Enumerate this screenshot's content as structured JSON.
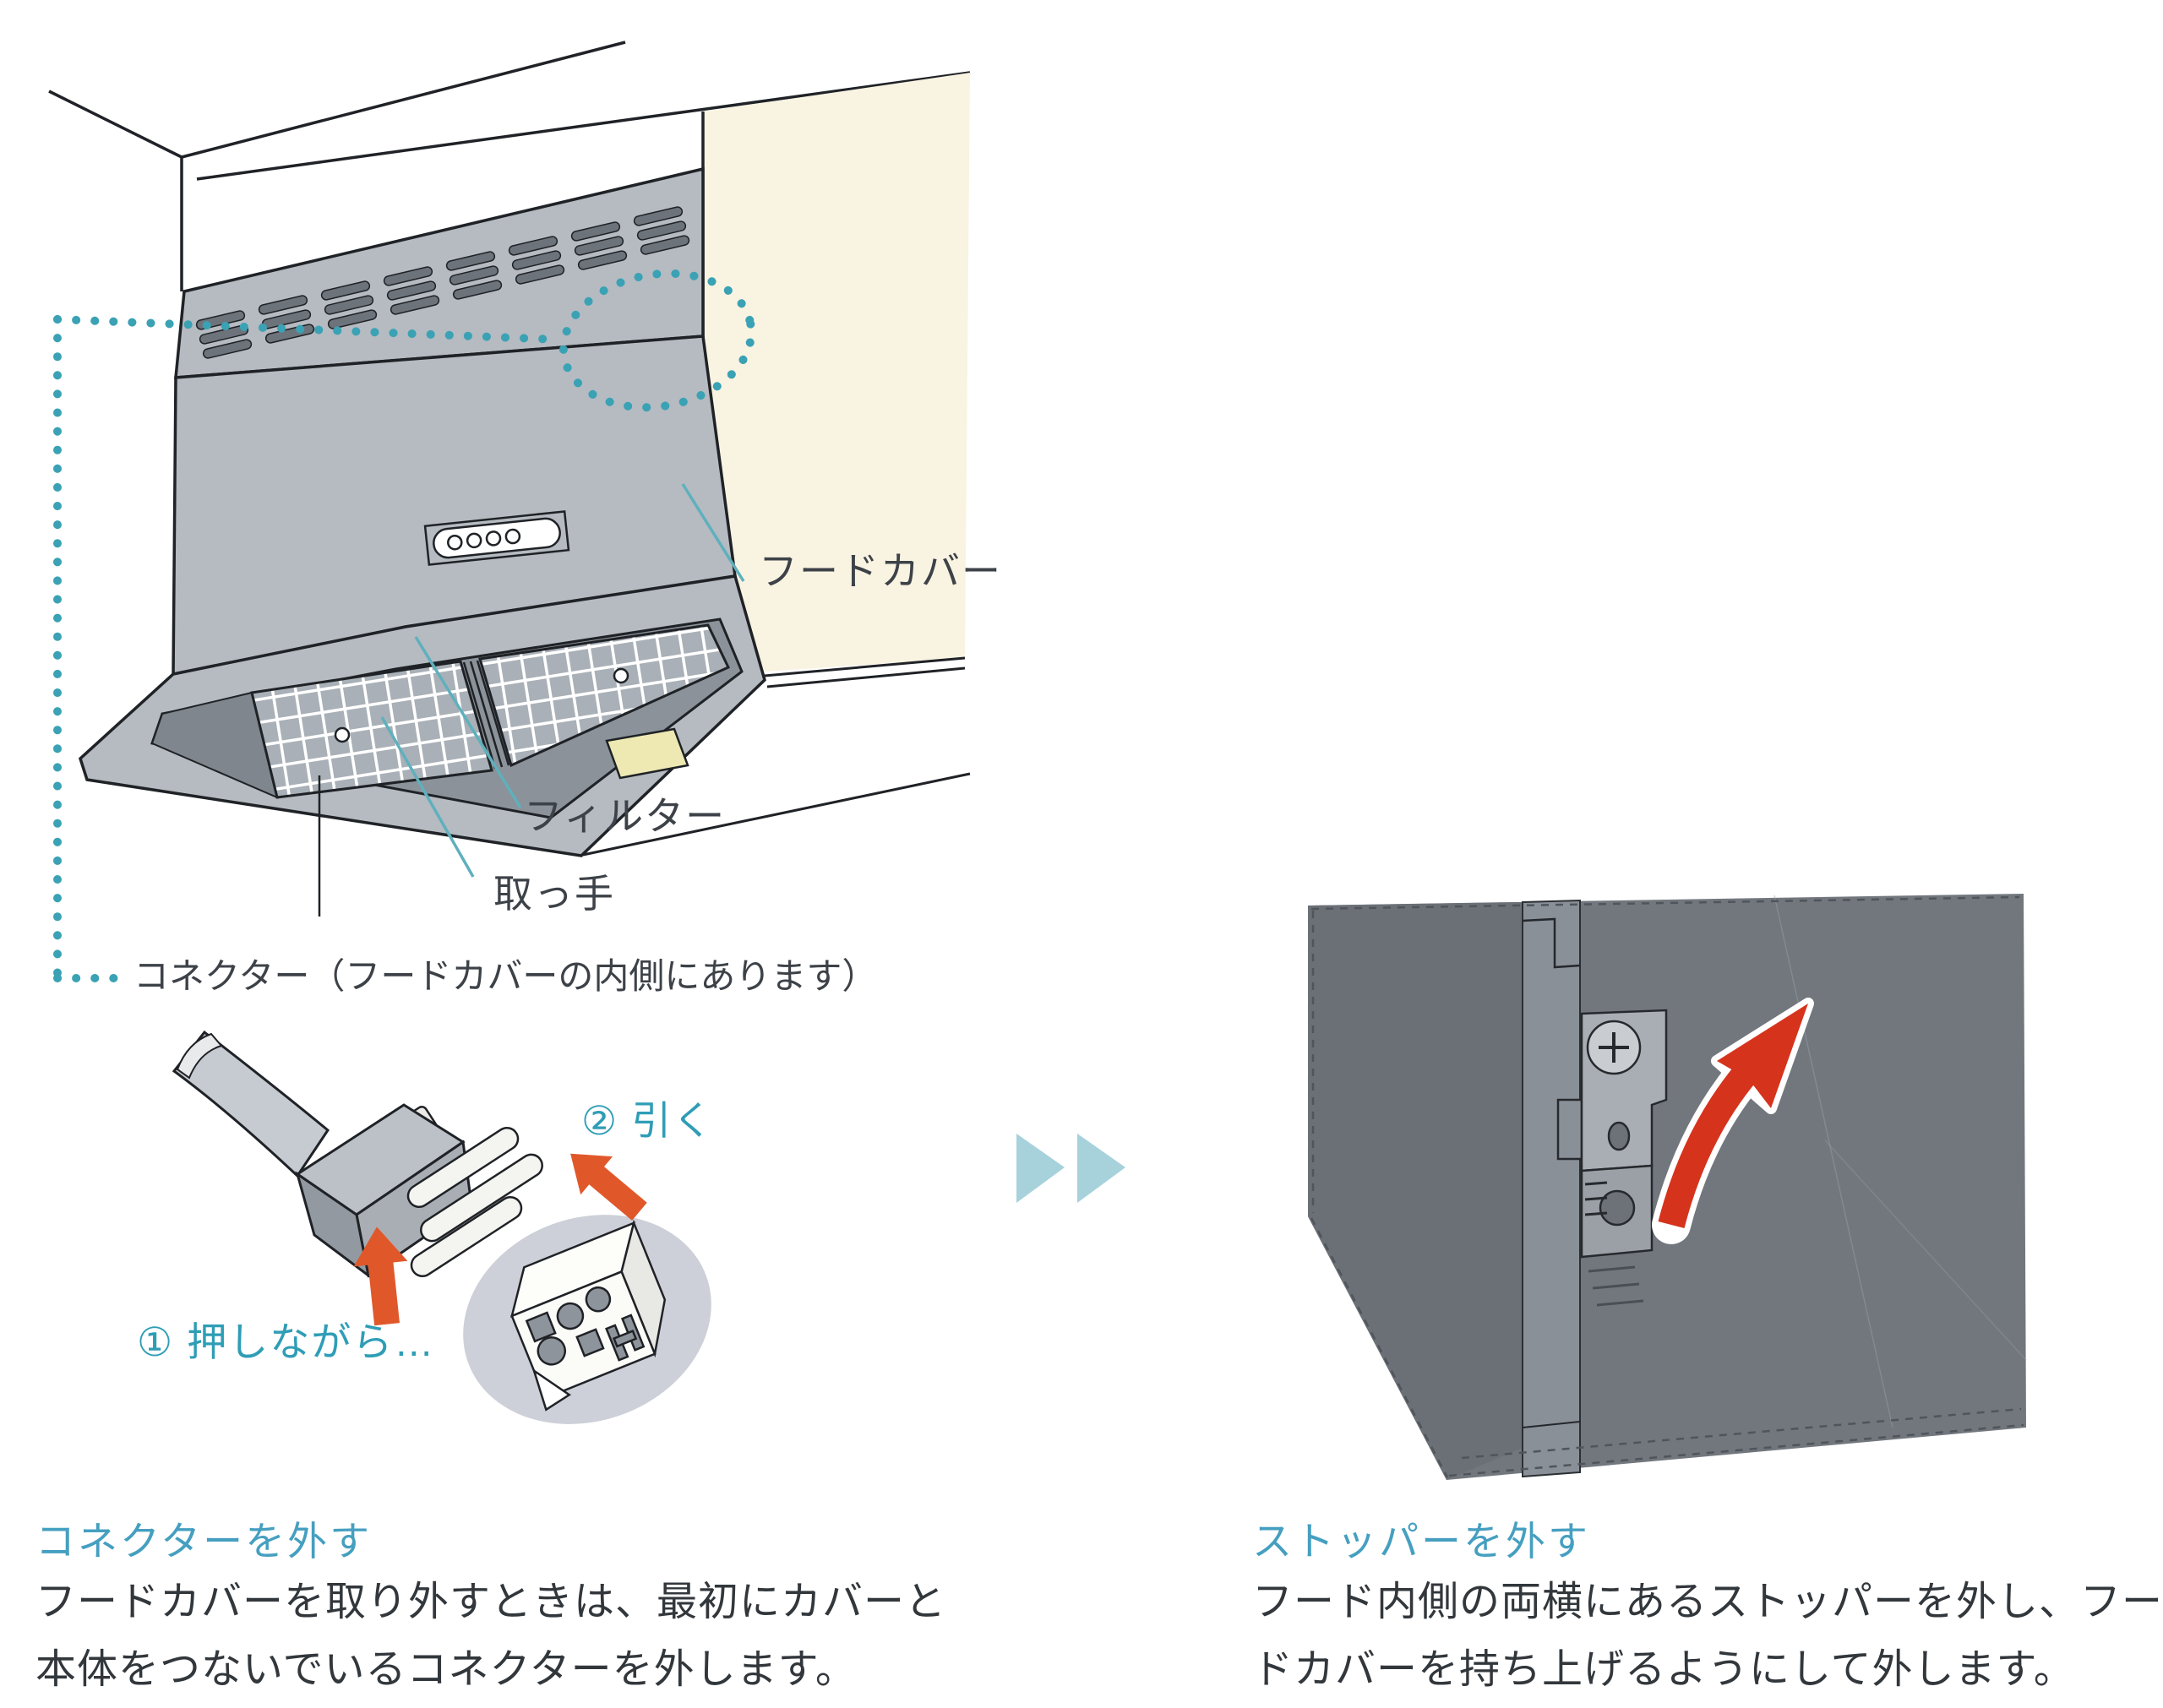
{
  "document": {
    "type": "range-hood instruction manual page",
    "language": "ja"
  },
  "left_figure": {
    "labels": {
      "hood_cover": "フードカバー",
      "filter": "フィルター",
      "handle": "取っ手",
      "connector": "コネクター（フードカバーの内側にあります）"
    },
    "steps": {
      "step1": "① 押しながら…",
      "step2": "② 引く"
    }
  },
  "sections": {
    "left": {
      "heading": "コネクターを外す",
      "body_line1": "フードカバーを取り外すときは、最初にカバーと",
      "body_line2": "本体をつないでいるコネクターを外します。"
    },
    "right": {
      "heading": "ストッパーを外す",
      "body_line1": "フード内側の両横にあるストッパーを外し、フー",
      "body_line2": "ドカバーを持ち上げるようにして外します。"
    }
  },
  "accent_colors": {
    "teal_dotted_line": "#3aa2b4",
    "teal_leader_line": "#5fb0bd",
    "heading_teal": "#459fc0",
    "step_teal": "#2f9db6",
    "red_arrow": "#d6331d",
    "orange_arrow": "#e0582a",
    "pale_blue_triangle": "#a7d2dc",
    "cream_wall": "#f9f3e2",
    "hood_gray": "#b5bbc1"
  }
}
